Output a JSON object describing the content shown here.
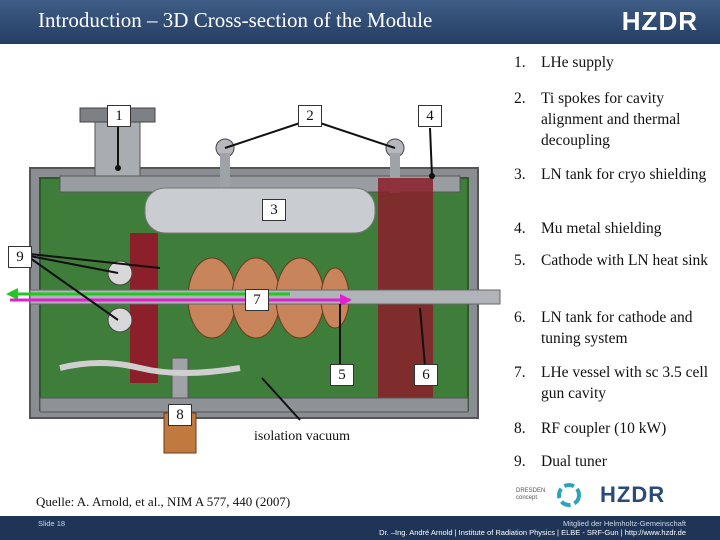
{
  "header": {
    "title": "Introduction – 3D Cross-section of the Module",
    "logo": "HZDR"
  },
  "list": [
    {
      "num": "1.",
      "text": "LHe supply"
    },
    {
      "num": "2.",
      "text": "Ti spokes for cavity alignment and thermal decoupling"
    },
    {
      "num": "3.",
      "text": "LN tank for cryo shielding"
    },
    {
      "num": "4.",
      "text": "Mu metal shielding"
    },
    {
      "num": "5.",
      "text": "Cathode with LN heat sink"
    },
    {
      "num": "6.",
      "text": "LN tank for cathode and tuning system"
    },
    {
      "num": "7.",
      "text": "LHe vessel with sc 3.5 cell gun cavity"
    },
    {
      "num": "8.",
      "text": "RF coupler (10 kW)"
    },
    {
      "num": "9.",
      "text": "Dual tuner"
    }
  ],
  "callouts": {
    "c1": "1",
    "c2": "2",
    "c3": "3",
    "c4": "4",
    "c5": "5",
    "c6": "6",
    "c7": "7",
    "c8": "8",
    "c9": "9"
  },
  "caption_isolation": "isolation vacuum",
  "source": "Quelle: A. Arnold, et al., NIM A 577, 440 (2007)",
  "bottom": {
    "dresden_line1": "DRESDEN",
    "dresden_line2": "concept",
    "logo": "HZDR"
  },
  "footer": {
    "slide": "Slide 18",
    "member": "Mitglied der Helmholtz-Gemeinschaft",
    "credit": "Dr. –Ing. André Arnold | Institute of Radiation Physics | ELBE - SRF-Gun | http://www.hzdr.de"
  }
}
